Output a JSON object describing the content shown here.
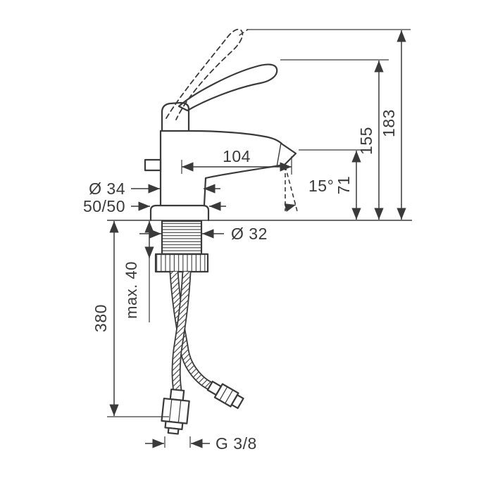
{
  "drawing": {
    "subject": "single-lever basin mixer faucet - dimensional technical drawing",
    "background": "#ffffff",
    "ink": "#3a3a3a",
    "dims": {
      "total_height": "183",
      "height_to_handle": "155",
      "spout_height": "71",
      "spout_reach": "104",
      "stream_angle": "15°",
      "body_diameter": "Ø 34",
      "cartridge": "50/50",
      "shank_diameter": "Ø 32",
      "max_mounting": "max. 40",
      "hose_length": "380",
      "connection_thread": "G 3/8"
    }
  }
}
